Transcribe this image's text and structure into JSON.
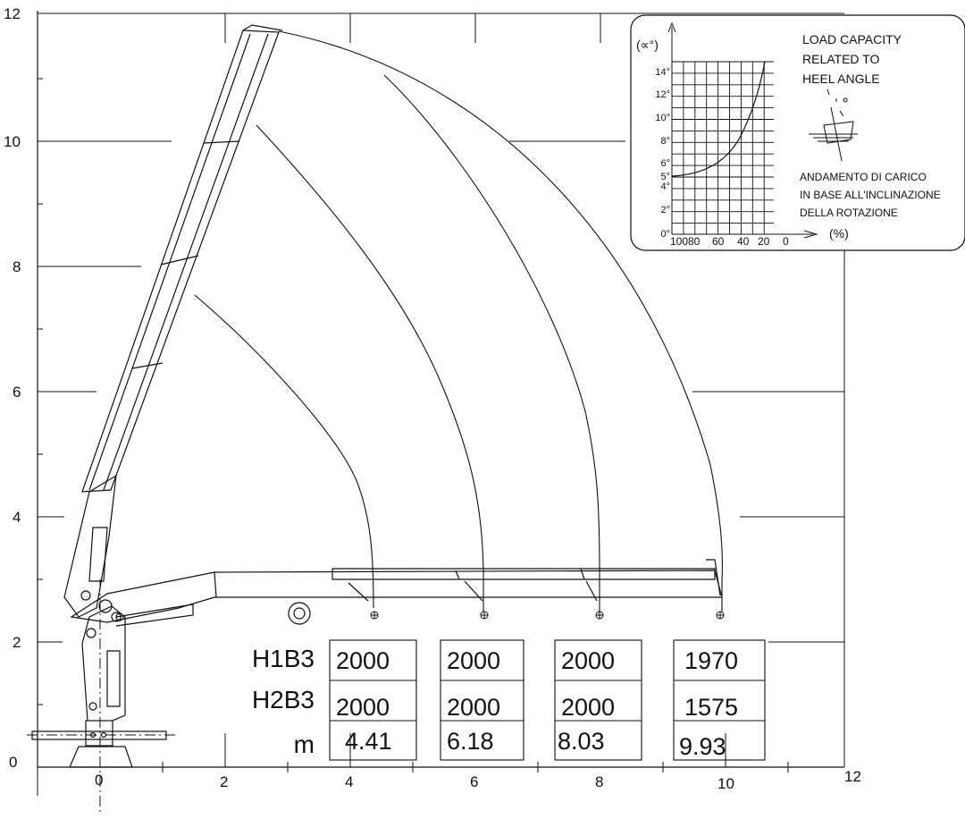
{
  "y_axis": {
    "ticks": [
      "0",
      "2",
      "4",
      "6",
      "8",
      "10",
      "12"
    ]
  },
  "x_axis": {
    "ticks": [
      "0",
      "2",
      "4",
      "6",
      "8",
      "10",
      "12"
    ]
  },
  "table": {
    "row_labels": [
      "H1B3",
      "H2B3",
      "m"
    ],
    "columns": [
      {
        "h1b3": "2000",
        "h2b3": "2000",
        "m": "4.41"
      },
      {
        "h1b3": "2000",
        "h2b3": "2000",
        "m": "6.18"
      },
      {
        "h1b3": "2000",
        "h2b3": "2000",
        "m": "8.03"
      },
      {
        "h1b3": "1970",
        "h2b3": "1575",
        "m": "9.93"
      }
    ]
  },
  "inset": {
    "y_unit": "(∝°)",
    "x_unit": "(%)",
    "y_ticks": [
      "0°",
      "2°",
      "4°",
      "5°",
      "6°",
      "8°",
      "10°",
      "12°",
      "14°"
    ],
    "x_ticks": [
      "100",
      "80",
      "60",
      "40",
      "20",
      "0"
    ],
    "title_en": [
      "LOAD CAPACITY",
      "RELATED TO",
      "HEEL ANGLE"
    ],
    "title_it": [
      "ANDAMENTO DI CARICO",
      "IN BASE ALL'INCLINAZIONE",
      "DELLA ROTAZIONE"
    ]
  },
  "colors": {
    "ink": "#111111",
    "background": "#ffffff"
  }
}
